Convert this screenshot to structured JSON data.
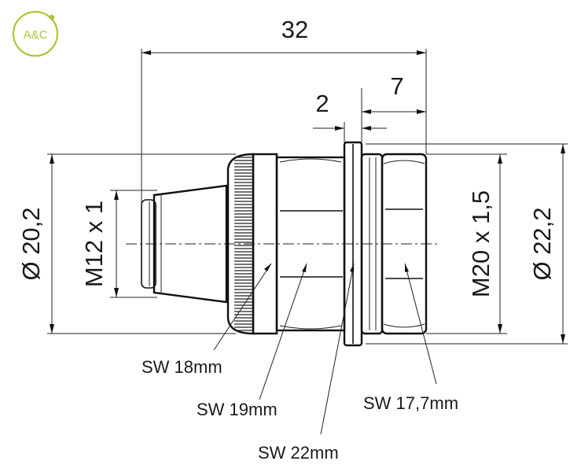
{
  "logo": {
    "text": "A&C",
    "color": "#a6c934"
  },
  "dimensions": {
    "overall_length": "32",
    "nut_width": "2",
    "rear_length": "7",
    "front_diameter": "Ø 20,2",
    "front_thread": "M12 x 1",
    "rear_thread": "M20 x 1,5",
    "rear_diameter": "Ø 22,2"
  },
  "callouts": {
    "sw_knurl": "SW 18mm",
    "sw_hex_front": "SW 19mm",
    "sw_nut": "SW 22mm",
    "sw_hex_rear": "SW 17,7mm"
  }
}
